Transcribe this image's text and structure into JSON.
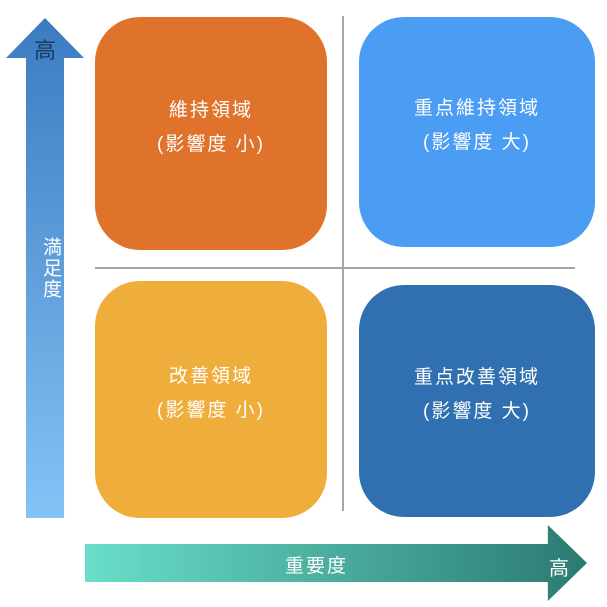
{
  "colors": {
    "q_top_left": "#E0732C",
    "q_top_right": "#4A9DF2",
    "q_bottom_left": "#EFAE3C",
    "q_bottom_right": "#3070B0",
    "v_arrow_top": "#3B7BC0",
    "v_arrow_bottom": "#85C2F6",
    "h_arrow_left": "#69DEC8",
    "h_arrow_right": "#2B7A72",
    "divider": "#A6A6A6",
    "v_high_text": "#1B3A5C",
    "quadrant_text": "#FFFFFF"
  },
  "quadrants": {
    "top_left": {
      "title": "維持領域",
      "subtitle": "(影響度 小)"
    },
    "top_right": {
      "title": "重点維持領域",
      "subtitle": "(影響度 大)"
    },
    "bottom_left": {
      "title": "改善領域",
      "subtitle": "(影響度 小)"
    },
    "bottom_right": {
      "title": "重点改善領域",
      "subtitle": "(影響度 大)"
    }
  },
  "axes": {
    "vertical": {
      "label": "満足度",
      "high_label": "高"
    },
    "horizontal": {
      "label": "重要度",
      "high_label": "高"
    }
  }
}
